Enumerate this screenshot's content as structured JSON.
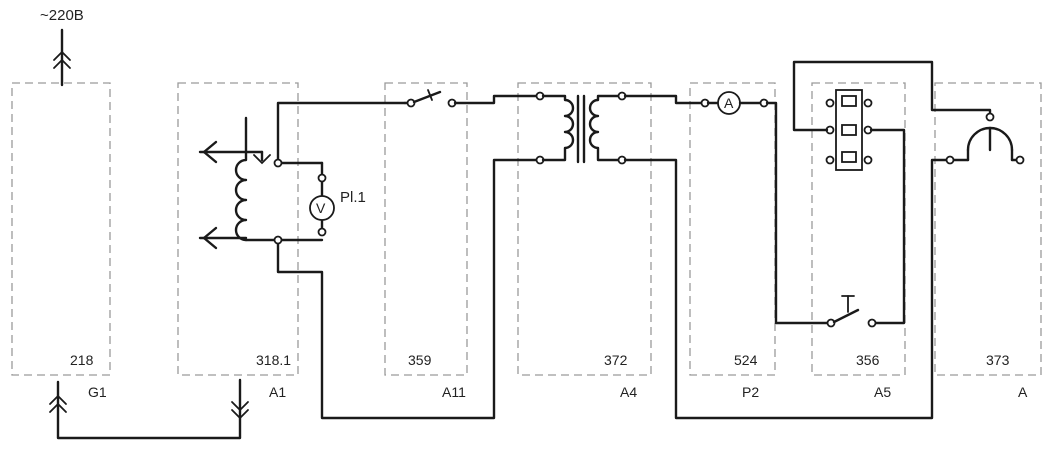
{
  "supply_label": "~220B",
  "meter_label": "Pl.1",
  "blocks": [
    {
      "code": "218",
      "name": "G1"
    },
    {
      "code": "318.1",
      "name": "A1"
    },
    {
      "code": "359",
      "name": "A11"
    },
    {
      "code": "372",
      "name": "A4"
    },
    {
      "code": "524",
      "name": "P2"
    },
    {
      "code": "356",
      "name": "A5"
    },
    {
      "code": "373",
      "name": "A"
    }
  ],
  "voltmeter_symbol": "V",
  "ammeter_symbol": "A"
}
